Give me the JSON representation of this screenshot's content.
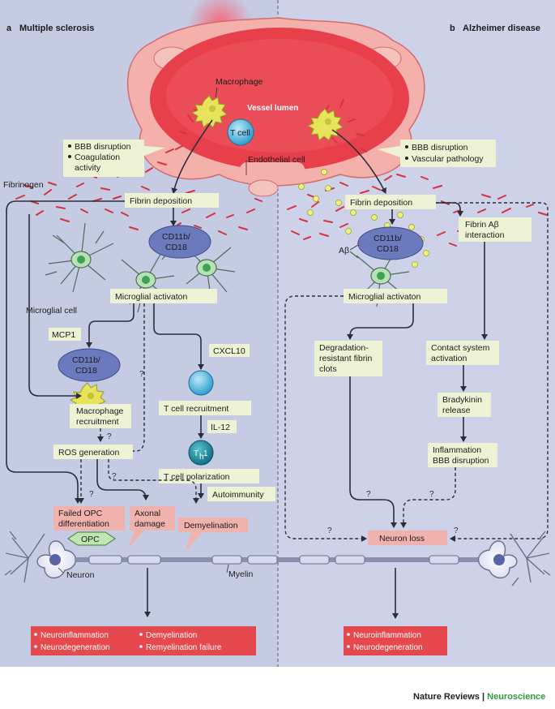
{
  "panels": {
    "a": {
      "letter": "a",
      "title": "Multiple sclerosis"
    },
    "b": {
      "letter": "b",
      "title": "Alzheimer disease"
    }
  },
  "vessel": {
    "lumen": "Vessel lumen",
    "macrophage": "Macrophage",
    "tcell": "T cell",
    "endothelial": "Endothelial cell",
    "fibrinogen": "Fibrinogen"
  },
  "left": {
    "bbb_box": [
      "BBB disruption",
      "Coagulation",
      "activity"
    ],
    "fibrin": "Fibrin deposition",
    "receptor1": [
      "CD11b/",
      "CD18"
    ],
    "microglial_cell": "Microglial cell",
    "microglial_activation": "Microglial activaton",
    "mcp1": "MCP1",
    "cxcl10": "CXCL10",
    "receptor2": [
      "CD11b/",
      "CD18"
    ],
    "macrophage_recruitment": [
      "Macrophage",
      "recruitment"
    ],
    "tcell_recruitment": "T cell recruitment",
    "il12": "IL-12",
    "th1_main": "T",
    "th1_sub": "h",
    "th1_tail": "1",
    "tcell_polarization": "T cell polarization",
    "ros": "ROS generation",
    "autoimmunity": "Autoimmunity",
    "failed_opc": [
      "Failed OPC",
      "differentiation"
    ],
    "opc": "OPC",
    "axonal": [
      "Axonal",
      "damage"
    ],
    "demyelination": "Demyelination",
    "neuron": "Neuron",
    "myelin": "Myelin",
    "outcomes": [
      "Neuroinflammation",
      "Neurodegeneration",
      "Demyelination",
      "Remyelination failure"
    ]
  },
  "right": {
    "bbb_box": [
      "BBB disruption",
      "Vascular pathology"
    ],
    "fibrin": "Fibrin deposition",
    "fibrin_ab": [
      "Fibrin Aβ",
      "interaction"
    ],
    "abeta": "Aβ",
    "receptor": [
      "CD11b/",
      "CD18"
    ],
    "microglial_activation": "Microglial activaton",
    "degradation": [
      "Degradation-",
      "resistant fibrin",
      "clots"
    ],
    "contact": [
      "Contact system",
      "activation"
    ],
    "bradykinin": [
      "Bradykinin",
      "release"
    ],
    "inflammation": [
      "Inflammation",
      "BBB disruption"
    ],
    "neuron_loss": "Neuron loss",
    "outcomes": [
      "Neuroinflammation",
      "Neurodegeneration"
    ]
  },
  "question_mark": "?",
  "footer": {
    "journal": "Nature Reviews",
    "separator": " | ",
    "section": "Neuroscience"
  },
  "colors": {
    "background_left": "#c4cbe3",
    "background_right": "#cdd2e8",
    "vessel": "#e8404b",
    "box": "#eef2d4",
    "outcome": "#e5484d",
    "footer_accent": "#2e9a44"
  }
}
